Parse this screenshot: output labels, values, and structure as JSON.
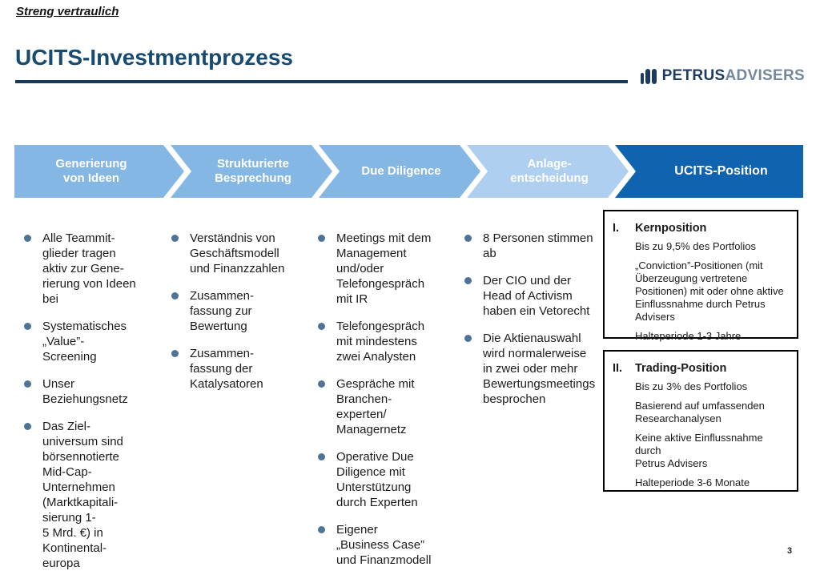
{
  "page": {
    "confidential": "Streng vertraulich",
    "title": "UCITS-Investmentprozess",
    "page_number": "3"
  },
  "logo": {
    "primary": "PETRUS",
    "secondary": "ADVISERS",
    "icon": "bars-icon"
  },
  "colors": {
    "title_navy": "#194a6f",
    "rule_navy": "#173a5c",
    "step_light_blue": "#85b7e4",
    "step_lighter_blue": "#afcff0",
    "step_dark_blue": "#1063ae",
    "bullet_slate": "#4f7396",
    "logo_primary": "#1e3a5f",
    "logo_secondary": "#74879e"
  },
  "process": {
    "steps": [
      {
        "label": "Generierung\nvon Ideen",
        "color": "#85b7e4"
      },
      {
        "label": "Strukturierte\nBesprechung",
        "color": "#85b7e4"
      },
      {
        "label": "Due Diligence",
        "color": "#85b7e4"
      },
      {
        "label": "Anlage-\nentscheidung",
        "color": "#afcff0"
      },
      {
        "label": "UCITS-Position",
        "color": "#1063ae"
      }
    ]
  },
  "columns": [
    {
      "step": "Generierung von Ideen",
      "items": [
        "Alle Teammit-\nglieder tragen\naktiv zur Gene-\nrierung von Ideen\nbei",
        "Systematisches\n„Value”-\nScreening",
        "Unser\nBeziehungsnetz",
        "Das Ziel-\nuniversum sind\nbörsennotierte\nMid-Cap-\nUnternehmen\n(Marktkapitali-\nsierung 1-\n5 Mrd. €) in\nKontinental-\neuropa"
      ]
    },
    {
      "step": "Strukturierte Besprechung",
      "items": [
        "Verständnis von\nGeschäftsmodell\nund Finanzzahlen",
        "Zusammen-\nfassung zur\nBewertung",
        "Zusammen-\nfassung der\nKatalysatoren"
      ]
    },
    {
      "step": "Due Diligence",
      "items": [
        "Meetings mit dem\nManagement\nund/oder\nTelefongespräch\nmit IR",
        "Telefongespräch\nmit mindestens\nzwei Analysten",
        "Gespräche mit\nBranchen-\nexperten/\nManagernetz",
        "Operative Due\nDiligence mit\nUnterstützung\ndurch Experten",
        "Eigener\n„Business Case”\nund Finanzmodell"
      ]
    },
    {
      "step": "Anlage-entscheidung",
      "items": [
        "8 Personen stimmen\nab",
        "Der CIO und der\nHead of Activism\nhaben ein Vetorecht",
        "Die Aktienauswahl\nwird normalerweise\nin zwei oder mehr\nBewertungsmeetings\nbesprochen"
      ]
    }
  ],
  "boxes": [
    {
      "numeral": "I.",
      "title": "Kernposition",
      "paragraphs": [
        "Bis zu 9,5% des Portfolios",
        "„Conviction”-Positionen (mit\nÜberzeugung vertretene\nPositionen) mit oder ohne aktive\nEinflussnahme durch Petrus\nAdvisers",
        "Halteperiode 1-3 Jahre"
      ]
    },
    {
      "numeral": "II.",
      "title": "Trading-Position",
      "paragraphs": [
        "Bis zu 3% des Portfolios",
        "Basierend auf umfassenden\nResearchanalysen",
        "Keine aktive Einflussnahme durch\nPetrus Advisers",
        "Halteperiode 3-6 Monate"
      ]
    }
  ]
}
